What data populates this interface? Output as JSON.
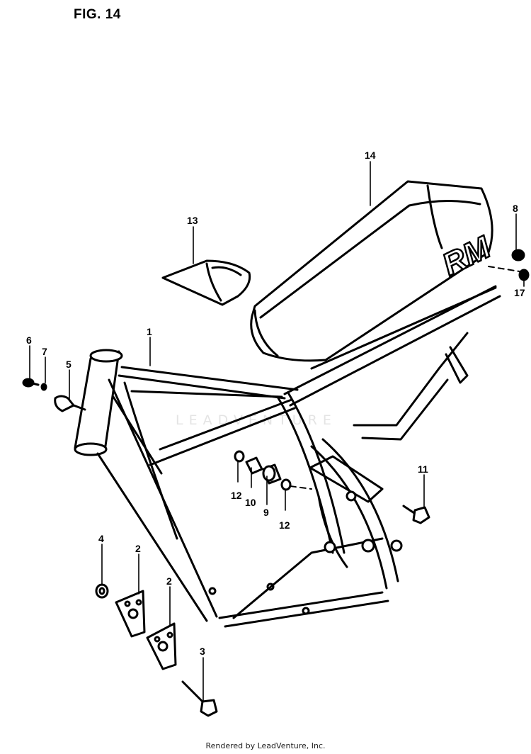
{
  "figure": {
    "title": "FIG. 14"
  },
  "callouts": [
    {
      "id": "frame",
      "label": "1"
    },
    {
      "id": "plate-upper",
      "label": "2"
    },
    {
      "id": "plate-lower",
      "label": "2"
    },
    {
      "id": "bolt-lower",
      "label": "3"
    },
    {
      "id": "nut-lower",
      "label": "4"
    },
    {
      "id": "clamp",
      "label": "5"
    },
    {
      "id": "screw",
      "label": "6"
    },
    {
      "id": "washer-small",
      "label": "7"
    },
    {
      "id": "seat-cushion-8",
      "label": "8"
    },
    {
      "id": "bushing-9",
      "label": "9"
    },
    {
      "id": "spacer-10",
      "label": "10"
    },
    {
      "id": "bolt-11",
      "label": "11"
    },
    {
      "id": "washer-12-left",
      "label": "12"
    },
    {
      "id": "washer-12-right",
      "label": "12"
    },
    {
      "id": "tank-plate",
      "label": "13"
    },
    {
      "id": "seat",
      "label": "14"
    },
    {
      "id": "seat-17",
      "label": "17"
    }
  ],
  "seat_logo": "RM",
  "watermark": "LEADVENTURE",
  "footer": "Rendered by LeadVenture, Inc.",
  "colors": {
    "ink": "#000000",
    "paper": "#ffffff",
    "watermark": "#e4e4e4"
  }
}
